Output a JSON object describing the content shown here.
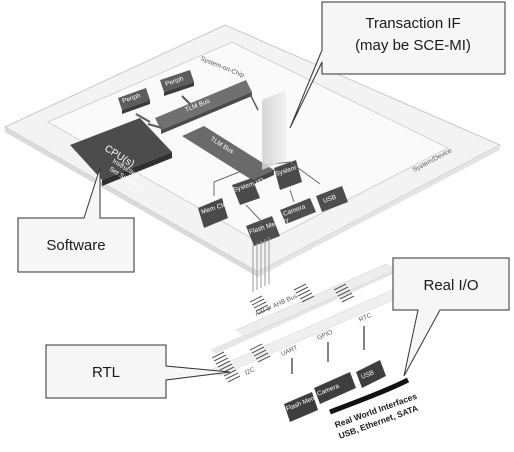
{
  "soc": {
    "system_on_chip": "System-on-Chip",
    "system_device": "System/Device",
    "periph_1": "Periph",
    "periph_2": "Periph",
    "tlm_bus_top": "TLM Bus",
    "cpu": "CPU(s)",
    "cpu_sub_1": "Instruction",
    "cpu_sub_2": "Set Simulator",
    "tlm_bus_diag": "TLM Bus",
    "system_io_1": "System I/O",
    "system_io_2": "System I/O",
    "mem_ctrl": "Mem Ctrl",
    "usb": "USB",
    "flash_memory": "Flash Memory",
    "camera": "Camera"
  },
  "rtl": {
    "axi_bus": "AXI or AHB Bus",
    "uart": "UART",
    "gpio": "GPIO",
    "rtc": "RTC",
    "i2c": "I2C",
    "flash_memory": "Flash Memory",
    "camera": "Camera",
    "usb": "USB"
  },
  "real_world": {
    "line1": "Real World Interfaces",
    "line2": "USB, Ethernet, SATA"
  },
  "callouts": {
    "transaction_if_line1": "Transaction IF",
    "transaction_if_line2": "(may be SCE-MI)",
    "software": "Software",
    "real_io": "Real I/O",
    "rtl": "RTL"
  },
  "colors": {
    "board": "#f4f4f4",
    "board_edge": "#c8c8c8",
    "block_dark": "#6e6e6e",
    "block_mid": "#8a8a8a",
    "callout_fill": "#f5f5f5",
    "callout_edge": "#333333"
  }
}
